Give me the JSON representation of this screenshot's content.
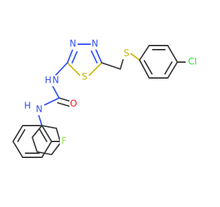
{
  "molecule": {
    "atoms": {
      "n_ring_1": "N",
      "n_ring_2": "N",
      "s_ring": "S",
      "s_thioether": "S",
      "chlorine": "Cl",
      "nh_upper_n": "N",
      "nh_upper_h": "H",
      "nh_lower_n": "N",
      "nh_lower_h": "H",
      "carbonyl_o": "O",
      "fluorine": "F"
    },
    "colors": {
      "carbon_bond": "#3a3a3a",
      "nitrogen": "#3050f8",
      "sulfur": "#c8b400",
      "oxygen": "#ff0d0d",
      "chlorine": "#1ff01f",
      "fluorine": "#90e050"
    }
  }
}
